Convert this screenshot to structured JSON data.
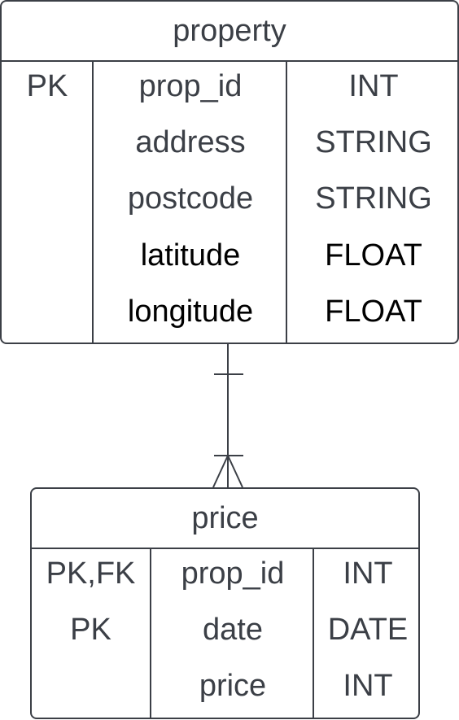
{
  "entities": {
    "property": {
      "title": "property",
      "rows": [
        {
          "key": "PK",
          "name": "prop_id",
          "type": "INT"
        },
        {
          "key": "",
          "name": "address",
          "type": "STRING"
        },
        {
          "key": "",
          "name": "postcode",
          "type": "STRING"
        },
        {
          "key": "",
          "name": "latitude",
          "type": "FLOAT"
        },
        {
          "key": "",
          "name": "longitude",
          "type": "FLOAT"
        }
      ]
    },
    "price": {
      "title": "price",
      "rows": [
        {
          "key": "PK,FK",
          "name": "prop_id",
          "type": "INT"
        },
        {
          "key": "PK",
          "name": "date",
          "type": "DATE"
        },
        {
          "key": "",
          "name": "price",
          "type": "INT"
        }
      ]
    }
  },
  "relationship": {
    "from": "property",
    "to": "price",
    "from_cardinality": "exactly-one",
    "to_cardinality": "one-or-many"
  },
  "colors": {
    "line": "#3b3f46",
    "text": "#3b3f46",
    "text_dark": "#000000",
    "background": "#ffffff"
  }
}
